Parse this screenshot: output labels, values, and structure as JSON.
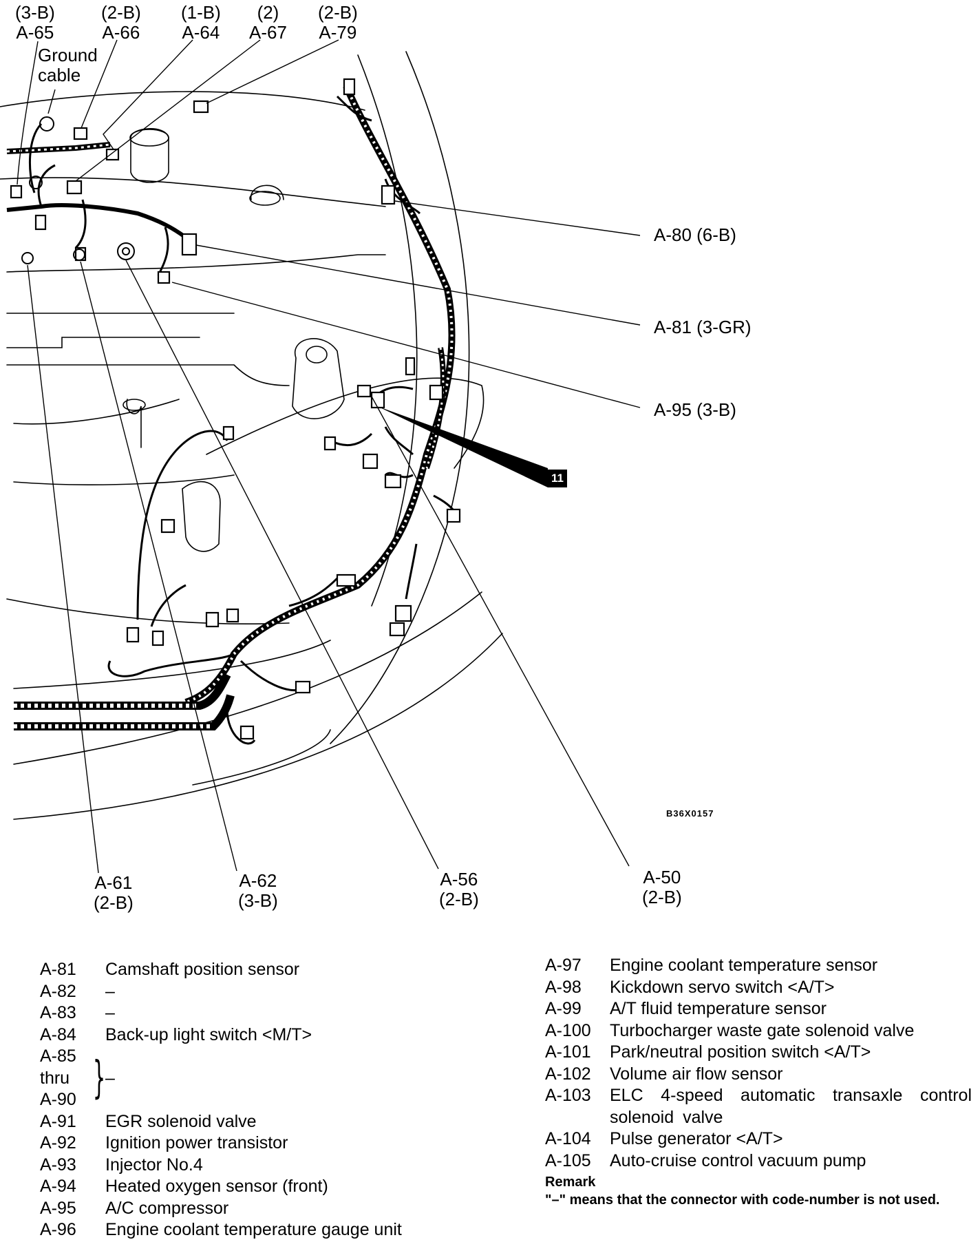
{
  "callouts_top": [
    {
      "conn": "(3-B)",
      "code": "A-65"
    },
    {
      "conn": "(2-B)",
      "code": "A-66"
    },
    {
      "conn": "(1-B)",
      "code": "A-64"
    },
    {
      "conn": "(2)",
      "code": "A-67"
    },
    {
      "conn": "(2-B)",
      "code": "A-79"
    }
  ],
  "ground_cable": "Ground\ncable",
  "callouts_right": [
    {
      "text": "A-80 (6-B)"
    },
    {
      "text": "A-81 (3-GR)"
    },
    {
      "text": "A-95 (3-B)"
    }
  ],
  "callouts_bottom": [
    {
      "code": "A-61",
      "conn": "(2-B)"
    },
    {
      "code": "A-62",
      "conn": "(3-B)"
    },
    {
      "code": "A-56",
      "conn": "(2-B)"
    },
    {
      "code": "A-50",
      "conn": "(2-B)"
    }
  ],
  "figure_code": "B36X0157",
  "view_tag": "11",
  "legend_left": [
    {
      "code": "A-81",
      "desc": "Camshaft position sensor"
    },
    {
      "code": "A-82",
      "desc": "–"
    },
    {
      "code": "A-83",
      "desc": "–"
    },
    {
      "code": "A-84",
      "desc": "Back-up light switch <M/T>"
    }
  ],
  "legend_range": {
    "from": "A-85",
    "thru": "thru",
    "to": "A-90",
    "desc": "–"
  },
  "legend_left_2": [
    {
      "code": "A-91",
      "desc": "EGR solenoid valve"
    },
    {
      "code": "A-92",
      "desc": "Ignition power transistor"
    },
    {
      "code": "A-93",
      "desc": "Injector No.4"
    },
    {
      "code": "A-94",
      "desc": "Heated oxygen sensor (front)"
    },
    {
      "code": "A-95",
      "desc": "A/C compressor"
    },
    {
      "code": "A-96",
      "desc": "Engine coolant temperature gauge unit"
    }
  ],
  "legend_right": [
    {
      "code": "A-97",
      "desc": "Engine coolant temperature sensor"
    },
    {
      "code": "A-98",
      "desc": "Kickdown servo switch <A/T>"
    },
    {
      "code": "A-99",
      "desc": "A/T fluid temperature sensor"
    },
    {
      "code": "A-100",
      "desc": "Turbocharger waste gate solenoid valve"
    },
    {
      "code": "A-101",
      "desc": "Park/neutral position switch <A/T>"
    },
    {
      "code": "A-102",
      "desc": "Volume air flow sensor"
    },
    {
      "code": "A-103",
      "desc": "ELC 4-speed automatic transaxle control solenoid valve"
    },
    {
      "code": "A-104",
      "desc": "Pulse generator <A/T>"
    },
    {
      "code": "A-105",
      "desc": "Auto-cruise control vacuum pump"
    }
  ],
  "remark": {
    "title": "Remark",
    "text": "\"–\" means that the connector with code-number is not used."
  }
}
